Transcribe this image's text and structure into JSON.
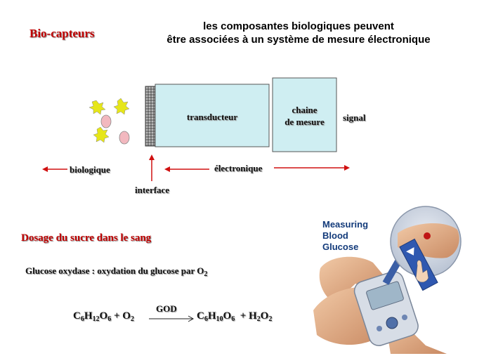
{
  "titles": {
    "biocapteurs": "Bio-capteurs",
    "heading_line1": "les composantes biologiques peuvent",
    "heading_line2": "être associées à un système de mesure électronique"
  },
  "diagram": {
    "transducteur": "transducteur",
    "chaine_line1": "chaine",
    "chaine_line2": "de mesure",
    "signal": "signal",
    "biologique": "biologique",
    "electronique": "électronique",
    "interface": "interface",
    "colors": {
      "box_fill": "#cfeef2",
      "arrow": "#d01010",
      "yellow": "#e6e619",
      "pink": "#f2b8bf"
    }
  },
  "dosage": {
    "title": "Dosage du sucre dans le sang",
    "glucose_line": "Glucose oxydase : oxydation du glucose par O",
    "glucose_sub": "2",
    "enzyme": "GOD",
    "lhs": {
      "c": "C",
      "c_n": "6",
      "h": "H",
      "h_n": "12",
      "o": "O",
      "o_n": "6",
      "plus": " + O",
      "o2_n": "2"
    },
    "rhs": {
      "c": "C",
      "c_n": "6",
      "h": "H",
      "h_n": "10",
      "o": "O",
      "o_n": "6",
      "plus": "  + H",
      "h2_n": "2",
      "o2": "O",
      "o2_n": "2"
    }
  },
  "photo": {
    "line1": "Measuring",
    "line2": "Blood",
    "line3": "Glucose"
  }
}
